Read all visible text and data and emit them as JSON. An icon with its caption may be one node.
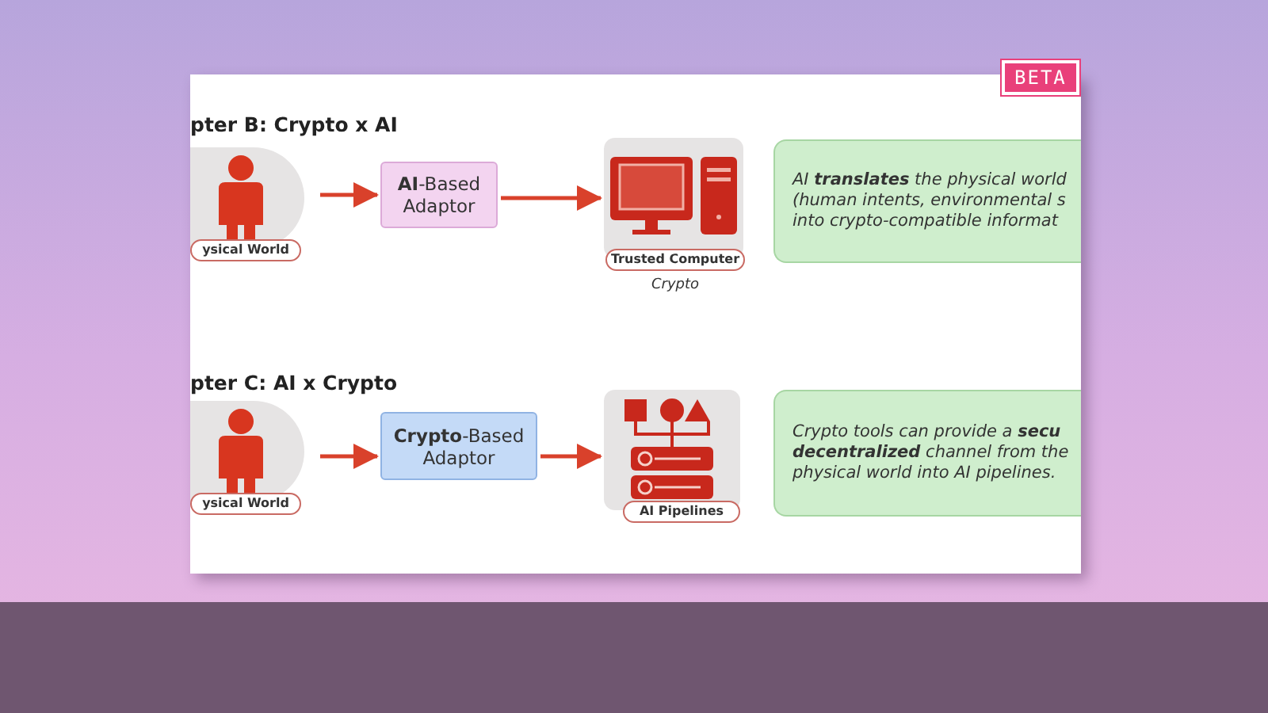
{
  "diagram": {
    "nodes": [
      {
        "text": [
          "ysical World"
        ]
      },
      {
        "text": [
          "**AI**-Based Adaptor"
        ]
      },
      {
        "text": [
          "Trusted Computer"
        ],
        "beside": [
          "Crypto"
        ]
      },
      {
        "text": [
          "AI **translates** the physical world (human intents, environmental s into crypto-compatible informat"
        ]
      },
      {
        "text": [
          "ysical World"
        ]
      },
      {
        "text": [
          "**Crypto**-Based Adaptor"
        ]
      },
      {
        "text": [
          "AI Pipelines"
        ]
      },
      {
        "text": [
          "Crypto tools can provide a **secu** **decentralized** channel from the physical world into AI pipelines."
        ]
      }
    ],
    "edges": [
      {
        "from": 0,
        "to": 1,
        "arrow": "to"
      },
      {
        "from": 1,
        "to": 2,
        "arrow": "to"
      },
      {
        "from": 4,
        "to": 5,
        "arrow": "to"
      },
      {
        "from": 5,
        "to": 6,
        "arrow": "to"
      }
    ],
    "labels": [
      "BETA",
      "pter B: Crypto x AI",
      "pter C: AI x Crypto"
    ]
  }
}
